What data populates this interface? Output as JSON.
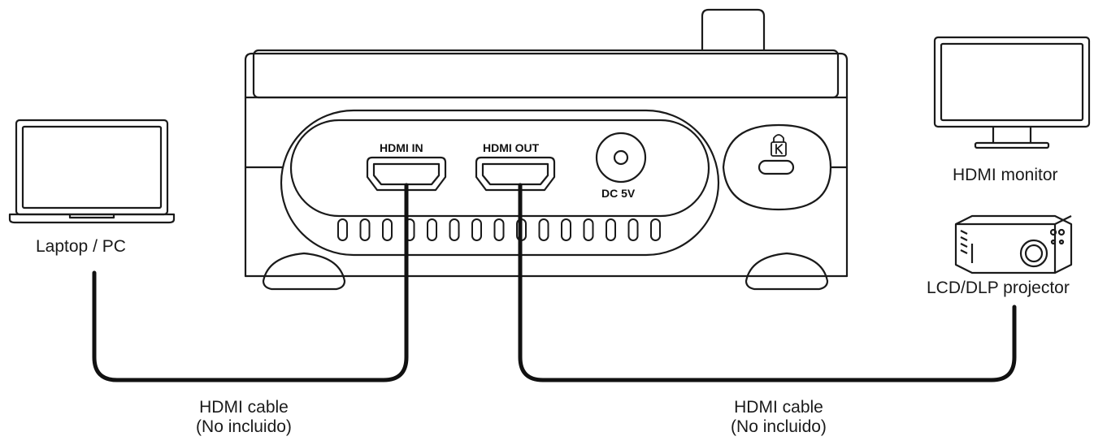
{
  "device": {
    "port_hdmi_in": "HDMI IN",
    "port_hdmi_out": "HDMI OUT",
    "port_dc": "DC 5V"
  },
  "source": {
    "label": "Laptop / PC"
  },
  "displays": {
    "monitor_label": "HDMI monitor",
    "projector_label": "LCD/DLP projector"
  },
  "cables": {
    "left": {
      "line1": "HDMI cable",
      "line2": "(No incluido)"
    },
    "right": {
      "line1": "HDMI cable",
      "line2": "(No incluido)"
    }
  },
  "colors": {
    "stroke": "#1a1a1a",
    "background": "#ffffff"
  }
}
